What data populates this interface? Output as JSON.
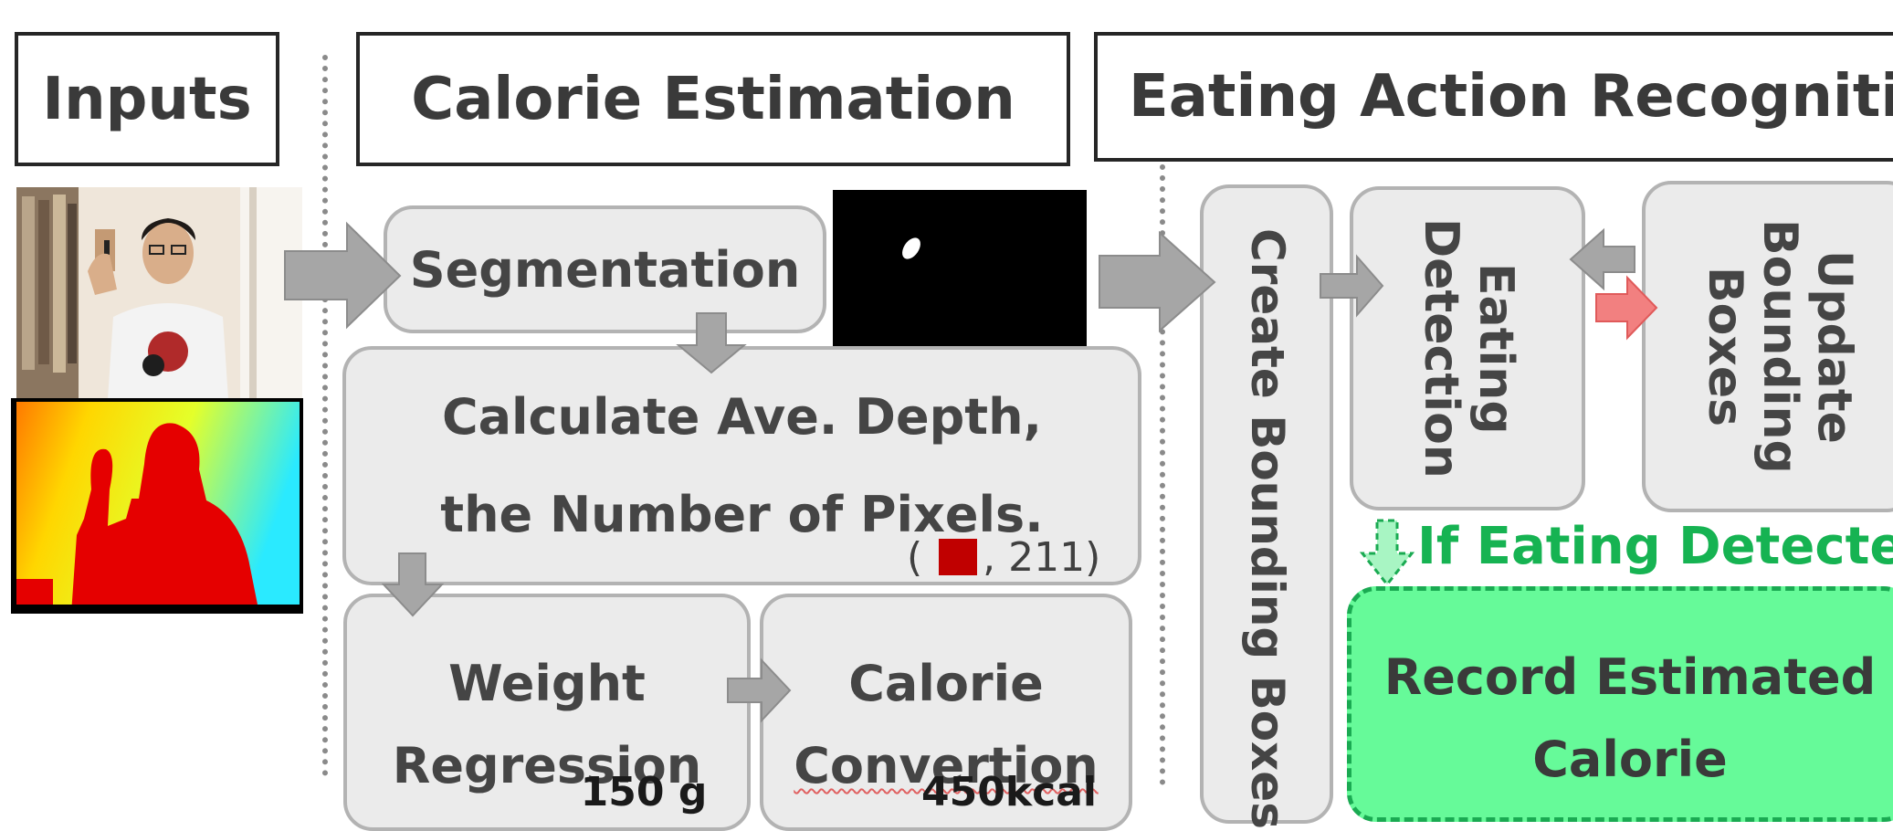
{
  "headers": {
    "inputs": "Inputs",
    "calorie": "Calorie Estimation",
    "eating": "Eating Action Recognition"
  },
  "calorie_steps": {
    "segmentation": "Segmentation",
    "depth_line1": "Calculate Ave. Depth,",
    "depth_line2": "the Number of Pixels.",
    "pixel_note_open": "(",
    "pixel_note_value": ", 211)",
    "weight_line1": "Weight",
    "weight_line2": "Regression",
    "weight_value": "150 g",
    "calorie_line1": "Calorie",
    "calorie_line2": "Convertion",
    "calorie_value": "450kcal"
  },
  "eating_steps": {
    "create_boxes": "Create Bounding Boxes",
    "eating_line1": "Eating",
    "eating_line2": "Detection",
    "update_line1": "Update",
    "update_line2": "Bounding",
    "update_line3": "Boxes",
    "if_detected": "If Eating Detected",
    "record_line1": "Record Estimated",
    "record_line2": "Calorie"
  },
  "colors": {
    "arrow_gray": "#a6a6a6",
    "arrow_red": "#f28080",
    "green_text": "#16b352",
    "green_fill": "#66fa99",
    "green_border": "#1aaa52",
    "swatch_red": "#c00000"
  }
}
